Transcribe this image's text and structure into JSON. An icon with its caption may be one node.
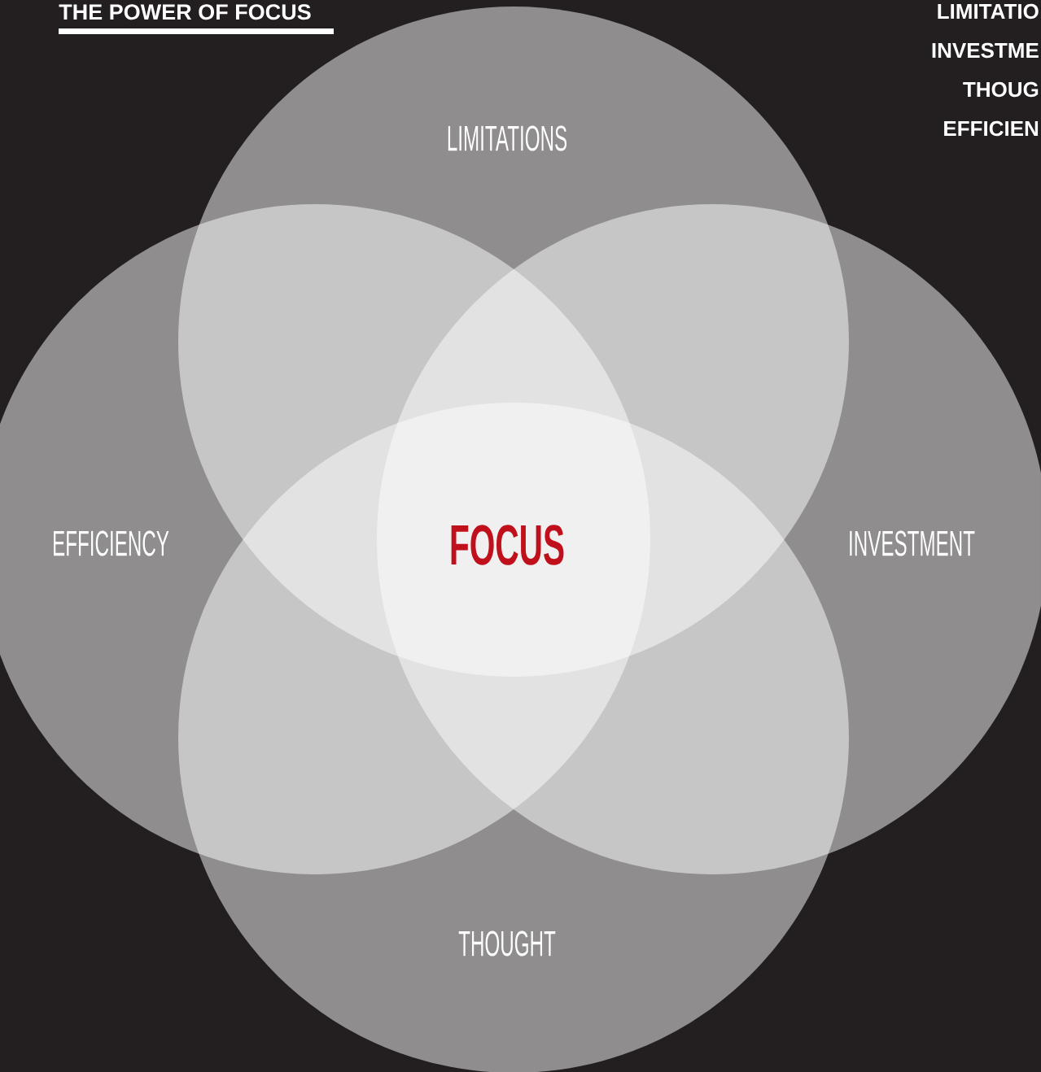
{
  "diagram": {
    "title": "THE POWER OF FOCUS",
    "nodes": [
      {
        "text": [
          "LIMITATIONS"
        ]
      },
      {
        "text": [
          "EFFICIENCY"
        ]
      },
      {
        "text": [
          "INVESTMENT"
        ]
      },
      {
        "text": [
          "THOUGHT"
        ]
      }
    ],
    "labels": [
      "FOCUS",
      "LIMITATIO",
      "INVESTME",
      "THOUG",
      "EFFICIEN"
    ]
  }
}
